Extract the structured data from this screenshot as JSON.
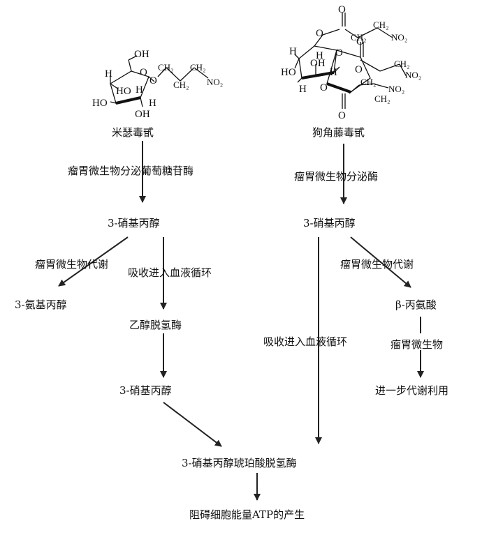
{
  "compounds": {
    "left_name": "米瑟毒甙",
    "right_name": "狗角藤毒甙",
    "no2": "NO₂",
    "ch2": "CH₂",
    "oh": "OH",
    "ho": "HO",
    "h": "H",
    "o": "O"
  },
  "left_branch": {
    "enzyme": "瘤胃微生物分泌葡萄糖苷酶",
    "product": "3-硝基丙醇",
    "metabolism": "瘤胃微生物代谢",
    "metabolite": "3-氨基丙醇",
    "absorption": "吸收进入血液循环",
    "dehydrogenase": "乙醇脱氢酶",
    "converted": "3-硝基丙醇"
  },
  "right_branch": {
    "enzyme": "瘤胃微生物分泌酶",
    "product": "3-硝基丙醇",
    "metabolism": "瘤胃微生物代谢",
    "metabolite": "β-丙氨酸",
    "microbe": "瘤胃微生物",
    "utilization": "进一步代谢利用",
    "absorption": "吸收进入血液循环"
  },
  "common": {
    "target_enzyme": "3-硝基丙醇琥珀酸脱氢酶",
    "effect": "阻碍细胞能量ATP的产生"
  }
}
